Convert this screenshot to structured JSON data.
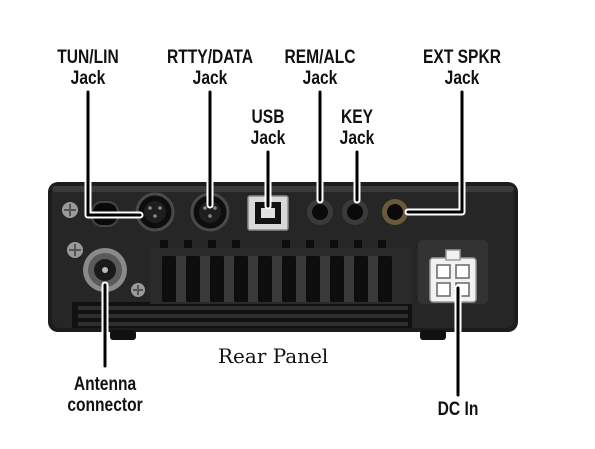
{
  "labels": {
    "tun_lin": {
      "line1": "TUN/LIN",
      "line2": "Jack"
    },
    "rtty_data": {
      "line1": "RTTY/DATA",
      "line2": "Jack"
    },
    "rem_alc": {
      "line1": "REM/ALC",
      "line2": "Jack"
    },
    "ext_spkr": {
      "line1": "EXT SPKR",
      "line2": "Jack"
    },
    "usb": {
      "line1": "USB",
      "line2": "Jack"
    },
    "key": {
      "line1": "KEY",
      "line2": "Jack"
    },
    "antenna": {
      "line1": "Antenna",
      "line2": "connector"
    },
    "dc_in": {
      "line1": "DC In"
    }
  },
  "caption": "Rear Panel",
  "colors": {
    "panel": "#1c1c1c",
    "heatsink": "#2a2a2a",
    "callout_line": "#000000",
    "callout_outline": "#ffffff",
    "dc_socket": "#f2f2f2"
  }
}
